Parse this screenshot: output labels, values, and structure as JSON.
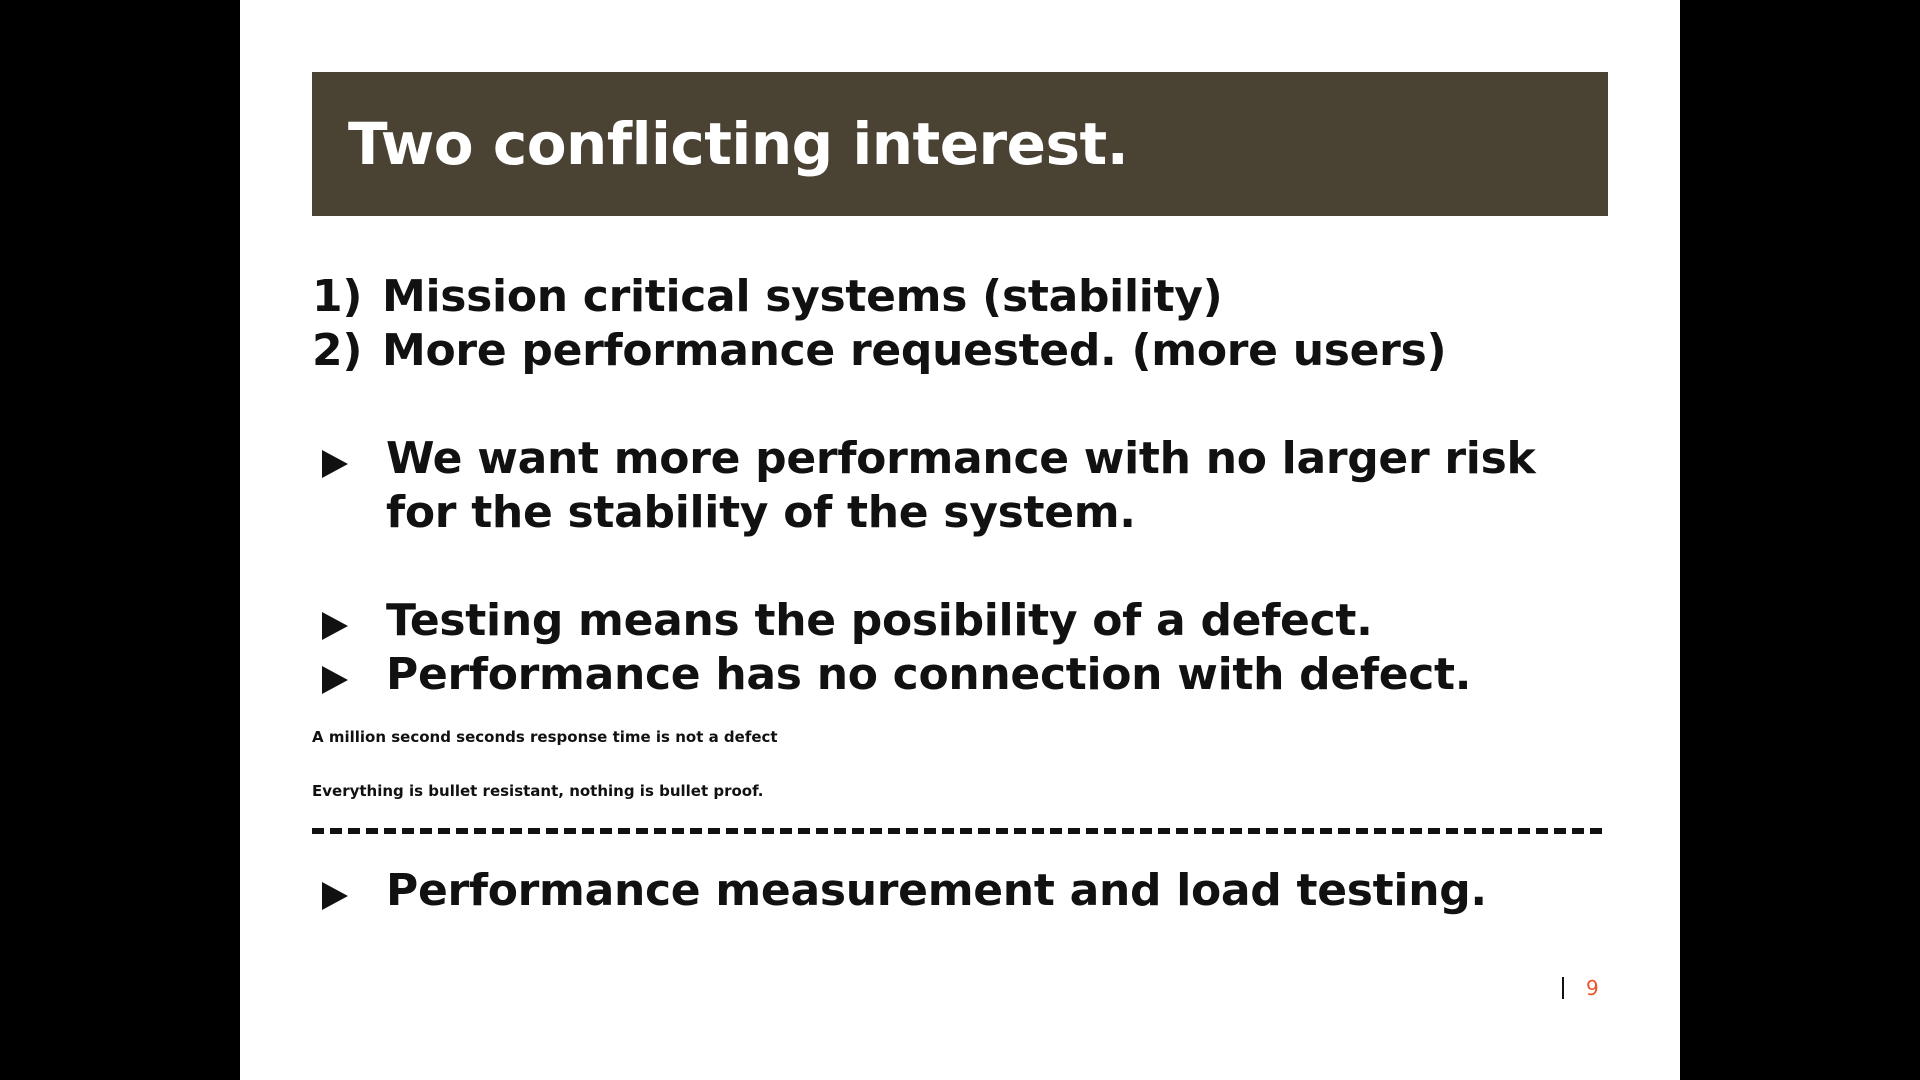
{
  "slide": {
    "title": "Two conflicting interest.",
    "numbered_items": [
      {
        "number": "1)",
        "text": "Mission critical systems (stability)"
      },
      {
        "number": "2)",
        "text": "More performance requested. (more users)"
      }
    ],
    "bullets": [
      "We want more performance with no larger risk for the stability of the system.",
      "Testing means the posibility of a defect.",
      "Performance has no connection with defect.",
      "Performance measurement and load testing."
    ],
    "notes": [
      "A million second seconds response time is not a defect",
      "Everything is bullet resistant, nothing is bullet proof."
    ],
    "page_number": "9"
  },
  "colors": {
    "title_bar": "#4a4233",
    "title_text": "#ffffff",
    "body_text": "#111111",
    "page_number": "#e8552b",
    "background": "#000000"
  },
  "icons": {
    "bullet_marker": "triangle-right-icon"
  }
}
